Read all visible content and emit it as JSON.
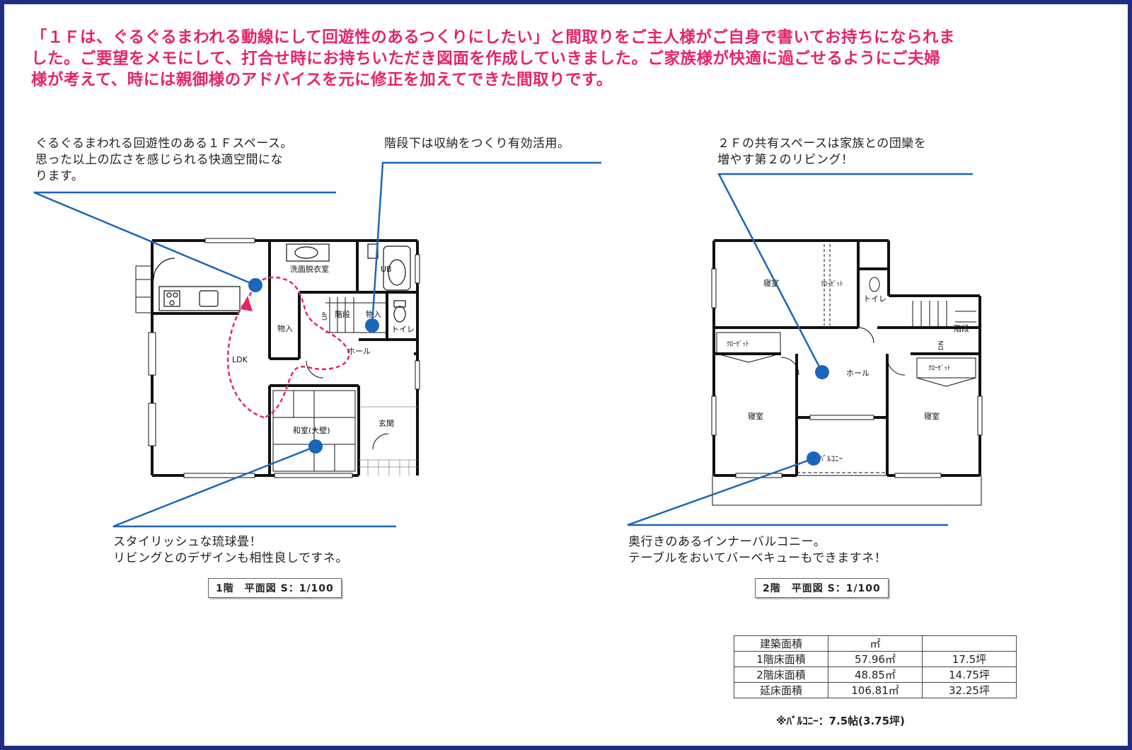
{
  "intro": [
    "「１Ｆは、ぐるぐるまわれる動線にして回遊性のあるつくりにしたい」と間取りをご主人様がご自身で書いてお持ちになられま",
    "した。ご要望をメモにして、打合せ時にお持ちいただき図面を作成していきました。ご家族様が快適に過ごせるようにご夫婦",
    "様が考えて、時には親御様のアドバイスを元に修正を加えてできた間取りです。"
  ],
  "notes": {
    "f1_loop": [
      "ぐるぐるまわれる回遊性のある１Ｆスペース。",
      "思った以上の広さを感じられる快適空間にな",
      "ります。"
    ],
    "f1_stairs": [
      "階段下は収納をつくり有効活用。"
    ],
    "f1_washitsu": [
      "スタイリッシュな琉球畳！",
      "リビングとのデザインも相性良しですネ。"
    ],
    "f2_hall": [
      "２Ｆの共有スペースは家族との団欒を",
      "増やす第２のリビング！"
    ],
    "f2_balcony": [
      "奥行きのあるインナーバルコニー。",
      "テーブルをおいてバーベキューもできますネ！"
    ]
  },
  "plan1": {
    "title": "1階　平面図 S：1/100",
    "rooms": {
      "senmen": "洗面脱衣室",
      "ub": "UB",
      "monoire1": "物入",
      "kaidan": "階段",
      "monoire2": "物入",
      "toire": "トイレ",
      "hall": "ホール",
      "ldk": "LDK",
      "washitsu": "和室(大壁)",
      "genkan": "玄関",
      "up": "UP"
    }
  },
  "plan2": {
    "title": "2階　平面図 S：1/100",
    "rooms": {
      "shinshitsu1": "寝室",
      "closet1": "ｸﾛｰｾﾞｯﾄ",
      "toire": "トイレ",
      "kaidan": "階段",
      "dn": "DN",
      "closet2": "ｸﾛｰｾﾞｯﾄ",
      "hall": "ホール",
      "closet3": "ｸﾛｰｾﾞｯﾄ",
      "shinshitsu2": "寝室",
      "shinshitsu3": "寝室",
      "balcony": "ﾊﾞﾙｺﾆｰ"
    }
  },
  "area_table": {
    "header": [
      "建築面積",
      "㎡",
      ""
    ],
    "rows": [
      [
        "1階床面積",
        "57.96㎡",
        "17.5坪"
      ],
      [
        "2階床面積",
        "48.85㎡",
        "14.75坪"
      ],
      [
        "延床面積",
        "106.81㎡",
        "32.25坪"
      ]
    ]
  },
  "footnote": "※ﾊﾞﾙｺﾆｰ：7.5帖(3.75坪)",
  "colors": {
    "frame": "#1e2e86",
    "accent": "#e6236c",
    "leader": "#1b66b8"
  }
}
